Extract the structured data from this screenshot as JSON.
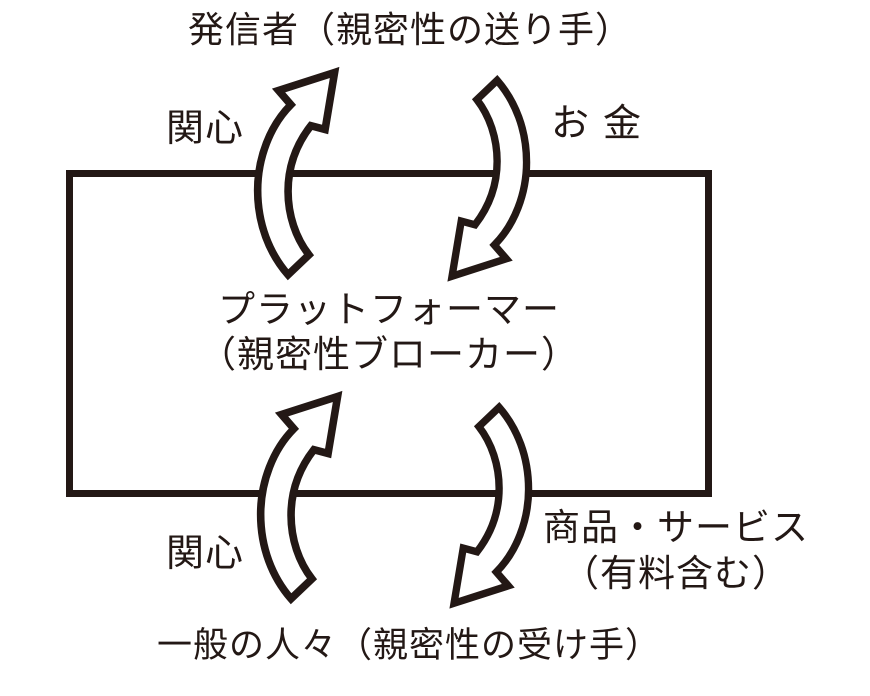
{
  "colors": {
    "ink": "#231815",
    "background": "#ffffff"
  },
  "diagram": {
    "type": "cycle-flow-diagram",
    "top_node": "発信者（親密性の送り手）",
    "center_node": {
      "line1": "プラットフォーマー",
      "line2": "（親密性ブローカー）"
    },
    "bottom_node": "一般の人々（親密性の受け手）",
    "flows": {
      "top_left": "関心",
      "top_right": "お金",
      "bottom_left": "関心",
      "bottom_right": {
        "line1": "商品・サービス",
        "line2": "（有料含む）"
      }
    },
    "icons": {
      "top_left": "cycle-arrow-up-icon",
      "top_right": "cycle-arrow-down-icon",
      "bottom_left": "cycle-arrow-up-icon",
      "bottom_right": "cycle-arrow-down-icon"
    }
  }
}
